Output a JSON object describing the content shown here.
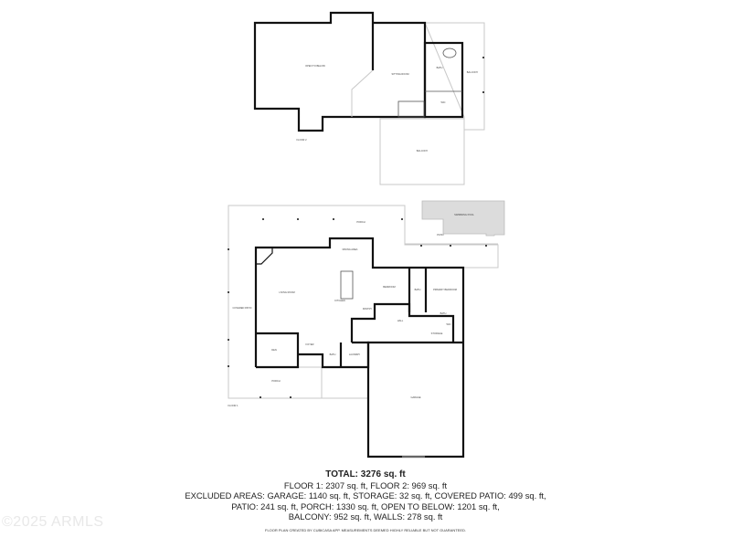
{
  "floor2": {
    "label": "FLOOR 2",
    "rooms": [
      "OPEN TO BELOW",
      "SITTING ROOM",
      "BATH",
      "BALCONY",
      "WIC",
      "BALCONY"
    ]
  },
  "floor1": {
    "label": "FLOOR 1",
    "rooms": [
      "PORCH",
      "SWIMMING POOL",
      "PATIO",
      "DINING AREA",
      "LIVING ROOM",
      "KITCHEN",
      "BEDROOM",
      "BATH",
      "PRIMARY BEDROOM",
      "PANTRY",
      "HALL",
      "BATH",
      "WIC",
      "STORAGE",
      "COVERED PATIO",
      "DEN",
      "FOYER",
      "BATH",
      "LAUNDRY",
      "PORCH",
      "GARAGE"
    ]
  },
  "summary": {
    "total": "TOTAL: 3276 sq. ft",
    "floors": "FLOOR 1: 2307 sq. ft, FLOOR 2: 969 sq. ft",
    "excluded_1": "EXCLUDED AREAS: GARAGE: 1140 sq. ft, STORAGE: 32 sq. ft, COVERED PATIO: 499 sq. ft,",
    "excluded_2": "PATIO: 241 sq. ft, PORCH: 1330 sq. ft, OPEN TO BELOW: 1201 sq. ft,",
    "excluded_3": "BALCONY: 952 sq. ft, WALLS: 278 sq. ft",
    "disclaimer": "FLOOR PLAN CREATED BY CUBICASA APP. MEASUREMENTS DEEMED HIGHLY RELIABLE BUT NOT GUARANTEED."
  },
  "watermark": "©2025 ARMLS",
  "colors": {
    "walls": "#111111",
    "outline": "#c8c8c8",
    "pool": "#dcdcdc"
  }
}
